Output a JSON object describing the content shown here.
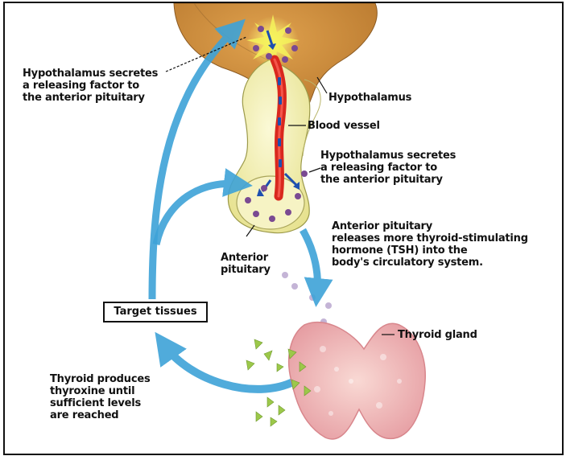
{
  "labels": {
    "hypothalamus_secretes_top": "Hypothalamus secretes\na releasing factor to\nthe anterior pituitary",
    "hypothalamus": "Hypothalamus",
    "blood_vessel": "Blood vessel",
    "hypothalamus_secretes_mid": "Hypothalamus secretes\na releasing factor to\nthe anterior pituitary",
    "anterior_pituitary_releases": "Anterior pituitary\nreleases more thyroid-stimulating\nhormone (TSH) into the\nbody's circulatory system.",
    "anterior_pituitary": "Anterior\npituitary",
    "target_tissues": "Target tissues",
    "thyroid_gland": "Thyroid gland",
    "thyroid_produces": "Thyroid produces\nthyroxine until\nsufficient levels\nare reached"
  },
  "colors": {
    "hypothalamus_tissue": "#c98a3a",
    "pituitary_tissue": "#f3f0b6",
    "blood_vessel": "#d9281e",
    "feedback_arrow": "#3ea3d8",
    "thyroid": "#f2b7b9",
    "hormone_dot": "#7a4a92",
    "thyroxine_triangle": "#9cc84a"
  }
}
